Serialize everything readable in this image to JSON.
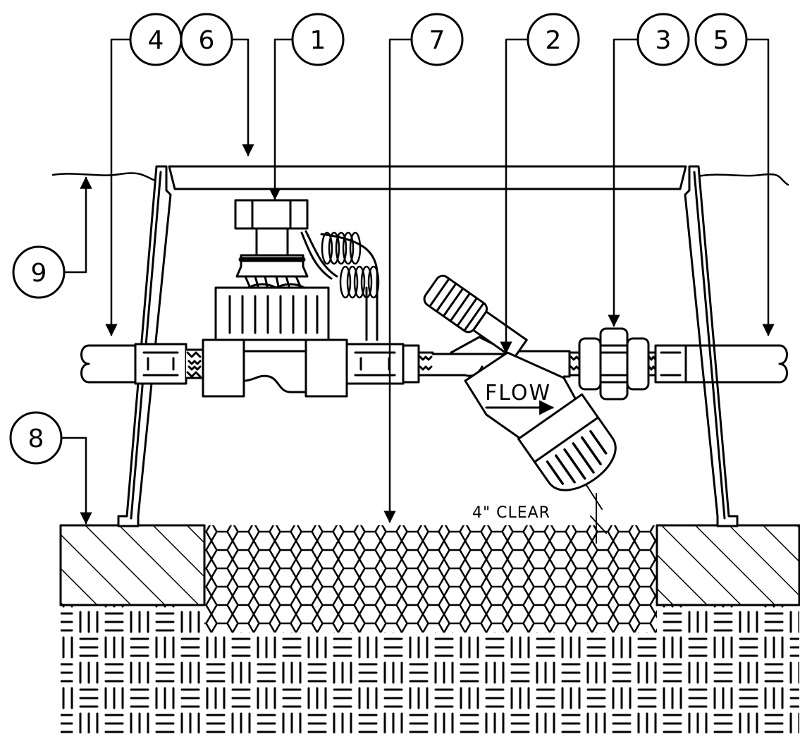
{
  "diagram": {
    "callouts": [
      {
        "id": "c4",
        "label": "4"
      },
      {
        "id": "c6",
        "label": "6"
      },
      {
        "id": "c1",
        "label": "1"
      },
      {
        "id": "c7",
        "label": "7"
      },
      {
        "id": "c2",
        "label": "2"
      },
      {
        "id": "c3",
        "label": "3"
      },
      {
        "id": "c5",
        "label": "5"
      },
      {
        "id": "c9",
        "label": "9"
      },
      {
        "id": "c8",
        "label": "8"
      }
    ],
    "flow_label": "FLOW",
    "clearance_label": "4\" CLEAR"
  },
  "colors": {
    "ink": "#000000",
    "paper": "#ffffff"
  }
}
